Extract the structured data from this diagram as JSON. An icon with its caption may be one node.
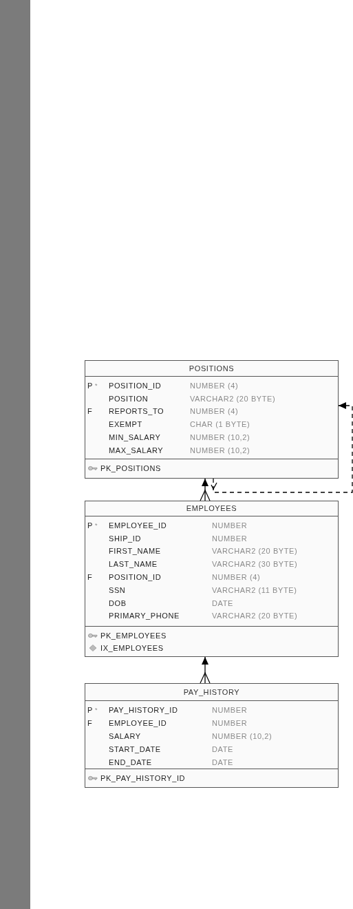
{
  "diagram": {
    "nodes": [
      {
        "text": [
          "POSITIONS"
        ]
      },
      {
        "text": [
          "P",
          "*",
          "POSITION_ID",
          "NUMBER (4)",
          "POSITION",
          "VARCHAR2 (20 BYTE)",
          "F",
          "REPORTS_TO",
          "NUMBER (4)",
          "EXEMPT",
          "CHAR (1 BYTE)",
          "MIN_SALARY",
          "NUMBER (10,2)",
          "MAX_SALARY",
          "NUMBER (10,2)"
        ],
        "in": 0
      },
      {
        "text": [
          "PK_POSITIONS"
        ],
        "in": 0
      },
      {
        "text": [
          "EMPLOYEES"
        ]
      },
      {
        "text": [
          "P",
          "*",
          "EMPLOYEE_ID",
          "NUMBER",
          "SHIP_ID",
          "NUMBER",
          "FIRST_NAME",
          "VARCHAR2 (20 BYTE)",
          "LAST_NAME",
          "VARCHAR2 (30 BYTE)",
          "F",
          "POSITION_ID",
          "NUMBER (4)",
          "SSN",
          "VARCHAR2 (11 BYTE)",
          "DOB",
          "DATE",
          "PRIMARY_PHONE",
          "VARCHAR2 (20 BYTE)"
        ],
        "in": 3
      },
      {
        "text": [
          "PK_EMPLOYEES",
          "IX_EMPLOYEES"
        ],
        "in": 3
      },
      {
        "text": [
          "PAY_HISTORY"
        ]
      },
      {
        "text": [
          "P",
          "*",
          "PAY_HISTORY_ID",
          "NUMBER",
          "F",
          "EMPLOYEE_ID",
          "NUMBER",
          "SALARY",
          "NUMBER (10,2)",
          "START_DATE",
          "DATE",
          "END_DATE",
          "DATE"
        ],
        "in": 6
      },
      {
        "text": [
          "PK_PAY_HISTORY_ID"
        ],
        "in": 6
      },
      {
        "text": [],
        "shape": "bar"
      }
    ],
    "edges": [
      {
        "from": 2,
        "to": 1,
        "arrow": "to",
        "style": "dashed"
      },
      {
        "from": 3,
        "to": 0,
        "arrow": "to"
      },
      {
        "from": 6,
        "to": 3,
        "arrow": "to"
      }
    ]
  }
}
